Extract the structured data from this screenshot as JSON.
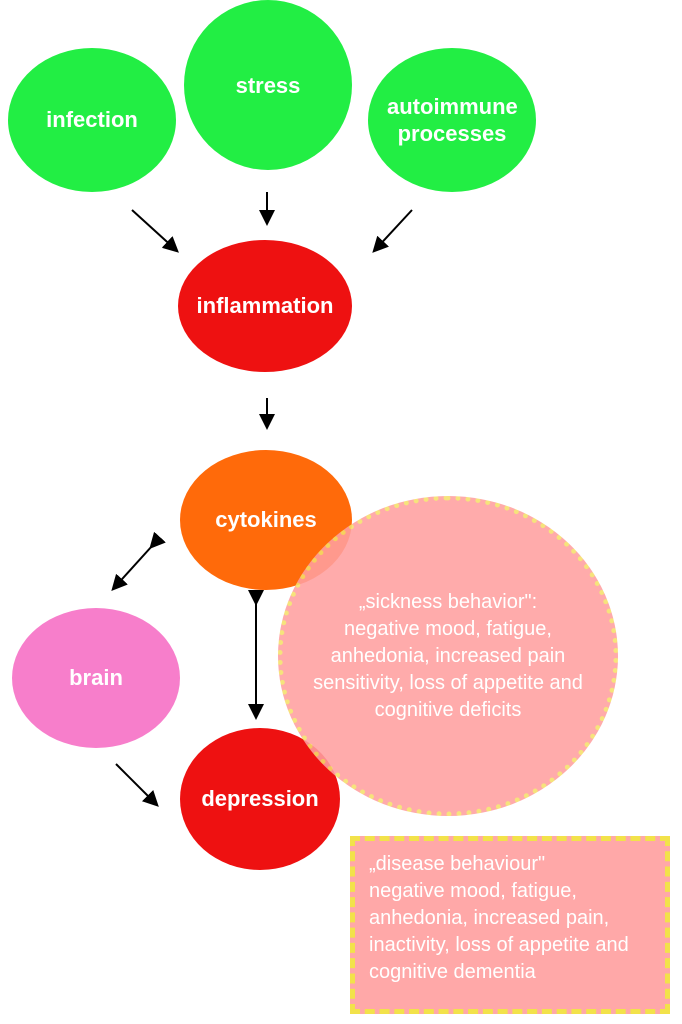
{
  "nodes": {
    "infection": "infection",
    "stress": "stress",
    "autoimmune": "autoimmune processes",
    "inflammation": "inflammation",
    "cytokines": "cytokines",
    "brain": "brain",
    "depression": "depression"
  },
  "sickness_behavior": {
    "title": "„sickness behavior\":",
    "body": "negative mood, fatigue, anhedonia, increased pain sensitivity, loss of appetite and cognitive deficits"
  },
  "disease_behaviour": {
    "title": "„disease behaviour\"",
    "body": "negative mood, fatigue, anhedonia, increased pain, inactivity, loss of appetite and cognitive dementia"
  },
  "colors": {
    "green": "#22ee44",
    "red": "#ee1111",
    "orange": "#ff6a0a",
    "pink": "#f77ecb",
    "salmon": "#ffa0a0",
    "dotted_border": "#f5e06a",
    "dashed_border": "#f2e24a",
    "arrow": "#000000"
  }
}
